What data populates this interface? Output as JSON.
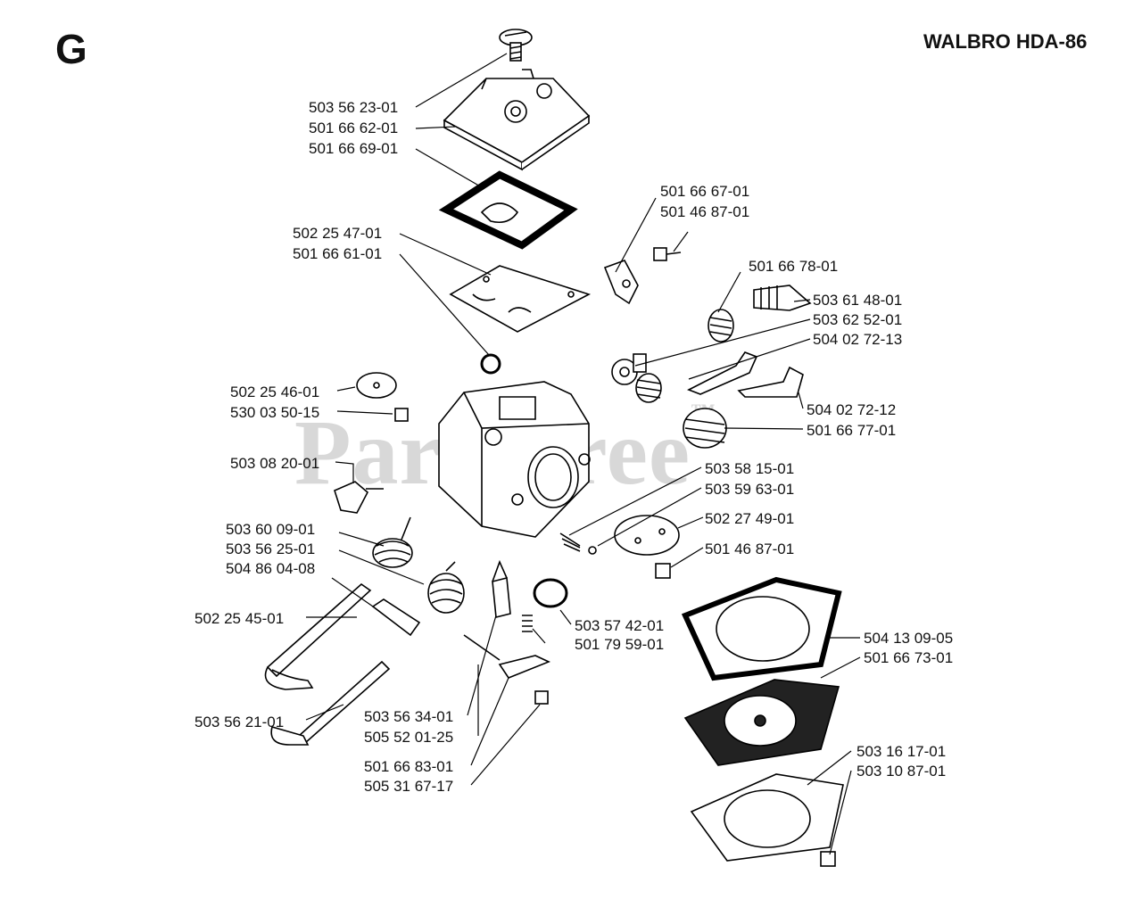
{
  "header": {
    "section_letter": "G",
    "model": "WALBRO HDA-86"
  },
  "watermark": {
    "text": "PartsTree",
    "mark": "™"
  },
  "parts": [
    {
      "id": "p01",
      "number": "503 56 23-01"
    },
    {
      "id": "p02",
      "number": "501 66 62-01"
    },
    {
      "id": "p03",
      "number": "501 66 69-01"
    },
    {
      "id": "p04",
      "number": "501 66 67-01"
    },
    {
      "id": "p05",
      "number": "501 46 87-01"
    },
    {
      "id": "p06",
      "number": "502 25 47-01"
    },
    {
      "id": "p07",
      "number": "501 66 61-01"
    },
    {
      "id": "p08",
      "number": "501 66 78-01"
    },
    {
      "id": "p09",
      "number": "503 61 48-01"
    },
    {
      "id": "p10",
      "number": "503 62 52-01"
    },
    {
      "id": "p11",
      "number": "504 02 72-13"
    },
    {
      "id": "p12",
      "number": "502 25 46-01"
    },
    {
      "id": "p13",
      "number": "530 03 50-15"
    },
    {
      "id": "p14",
      "number": "504 02 72-12"
    },
    {
      "id": "p15",
      "number": "501 66 77-01"
    },
    {
      "id": "p16",
      "number": "503 08 20-01"
    },
    {
      "id": "p17",
      "number": "503 58 15-01"
    },
    {
      "id": "p18",
      "number": "503 59 63-01"
    },
    {
      "id": "p19",
      "number": "503 60 09-01"
    },
    {
      "id": "p20",
      "number": "502 27 49-01"
    },
    {
      "id": "p21",
      "number": "503 56 25-01"
    },
    {
      "id": "p22",
      "number": "501 46 87-01"
    },
    {
      "id": "p23",
      "number": "504 86 04-08"
    },
    {
      "id": "p24",
      "number": "502 25 45-01"
    },
    {
      "id": "p25",
      "number": "503 57 42-01"
    },
    {
      "id": "p26",
      "number": "504 13 09-05"
    },
    {
      "id": "p27",
      "number": "501 79 59-01"
    },
    {
      "id": "p28",
      "number": "501 66 73-01"
    },
    {
      "id": "p29",
      "number": "503 56 21-01"
    },
    {
      "id": "p30",
      "number": "503 56 34-01"
    },
    {
      "id": "p31",
      "number": "505 52 01-25"
    },
    {
      "id": "p32",
      "number": "503 16 17-01"
    },
    {
      "id": "p33",
      "number": "503 10 87-01"
    },
    {
      "id": "p34",
      "number": "501 66 83-01"
    },
    {
      "id": "p35",
      "number": "505 31 67-17"
    }
  ]
}
